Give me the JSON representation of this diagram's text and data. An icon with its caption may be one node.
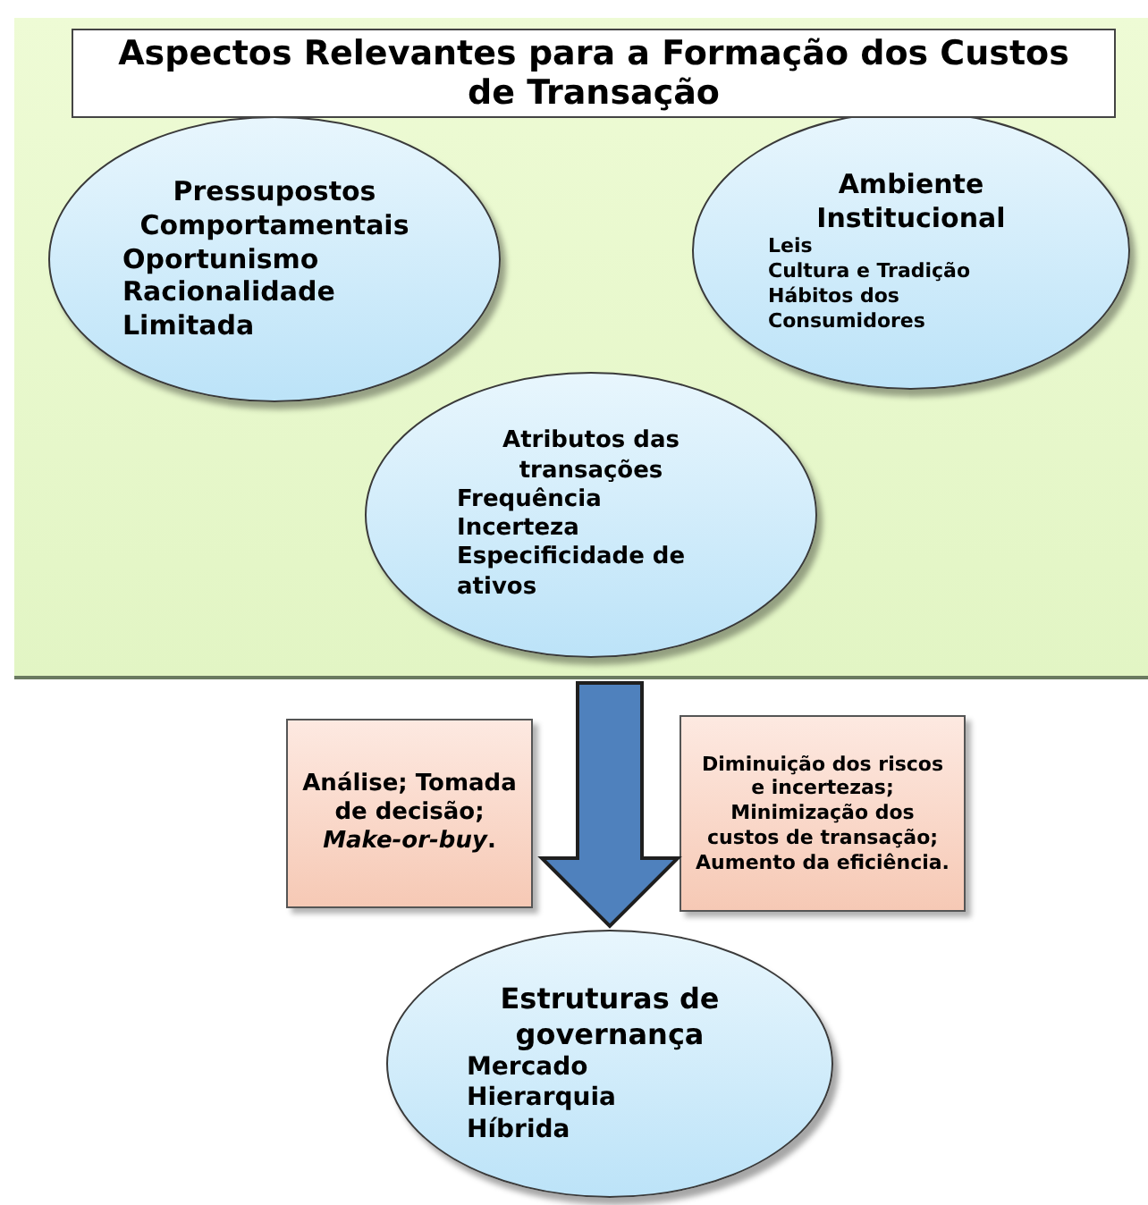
{
  "diagram": {
    "title": "Aspectos Relevantes para a Formação dos Custos de Transação",
    "nodes": [
      {
        "text": [],
        "shape": "box"
      },
      {
        "text": [
          "Pressupostos Comportamentais",
          "Oportunismo",
          "Racionalidade Limitada"
        ],
        "in": 0
      },
      {
        "text": [
          "Ambiente Institucional",
          "Leis",
          "Cultura e Tradição",
          "Hábitos dos Consumidores"
        ],
        "in": 0
      },
      {
        "text": [
          "Atributos das transações",
          "Frequência",
          "Incerteza",
          "Especificidade de ativos"
        ],
        "in": 0
      },
      {
        "text": [
          "Análise; Tomada de decisão; *Make-or-buy*."
        ]
      },
      {
        "text": [
          "Diminuição dos riscos e incertezas; Minimização dos custos de transação; Aumento da eficiência."
        ]
      },
      {
        "text": [
          "Estruturas de governança",
          "Mercado",
          "Hierarquia",
          "Híbrida"
        ]
      }
    ],
    "edges": [
      {
        "from": 0,
        "to": 6,
        "arrow": "to",
        "style": "thick"
      }
    ]
  }
}
